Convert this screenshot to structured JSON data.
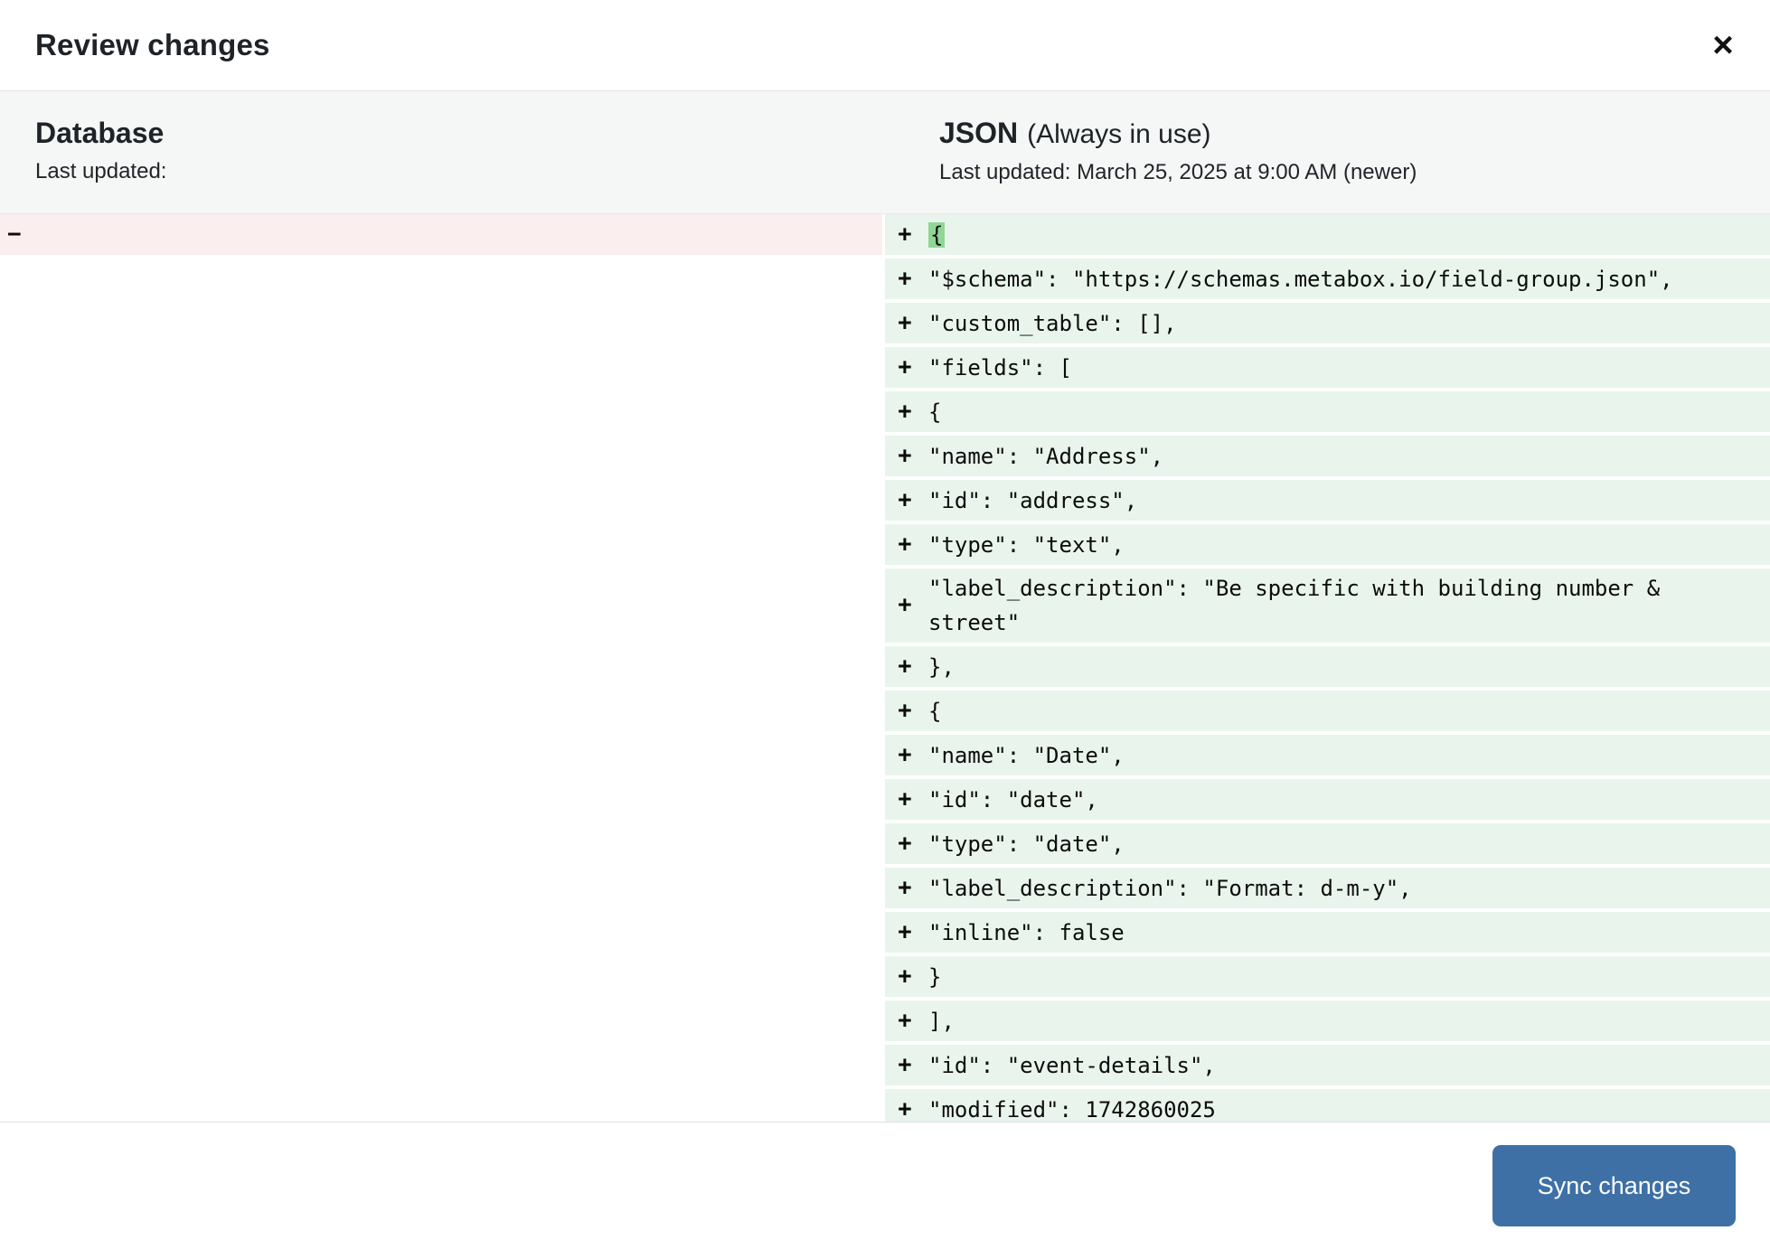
{
  "modal": {
    "title": "Review changes",
    "close_icon": "×"
  },
  "columns": {
    "left": {
      "title": "Database",
      "subtitle": "Last updated:"
    },
    "right": {
      "title": "JSON",
      "title_suffix": "(Always in use)",
      "subtitle": "Last updated: March 25, 2025 at 9:00 AM (newer)"
    }
  },
  "diff": {
    "left_rows": [
      {
        "sign": "−",
        "text": "",
        "type": "removed"
      }
    ],
    "right_rows": [
      {
        "sign": "+",
        "text": "{",
        "highlight": true
      },
      {
        "sign": "+",
        "text": "\"$schema\": \"https://schemas.metabox.io/field-group.json\","
      },
      {
        "sign": "+",
        "text": "\"custom_table\": [],"
      },
      {
        "sign": "+",
        "text": "\"fields\": ["
      },
      {
        "sign": "+",
        "text": "{"
      },
      {
        "sign": "+",
        "text": "\"name\": \"Address\","
      },
      {
        "sign": "+",
        "text": "\"id\": \"address\","
      },
      {
        "sign": "+",
        "text": "\"type\": \"text\","
      },
      {
        "sign": "+",
        "text": "\"label_description\": \"Be specific with building number & street\""
      },
      {
        "sign": "+",
        "text": "},"
      },
      {
        "sign": "+",
        "text": "{"
      },
      {
        "sign": "+",
        "text": "\"name\": \"Date\","
      },
      {
        "sign": "+",
        "text": "\"id\": \"date\","
      },
      {
        "sign": "+",
        "text": "\"type\": \"date\","
      },
      {
        "sign": "+",
        "text": "\"label_description\": \"Format: d-m-y\","
      },
      {
        "sign": "+",
        "text": "\"inline\": false"
      },
      {
        "sign": "+",
        "text": "}"
      },
      {
        "sign": "+",
        "text": "],"
      },
      {
        "sign": "+",
        "text": "\"id\": \"event-details\","
      },
      {
        "sign": "+",
        "text": "\"modified\": 1742860025"
      }
    ]
  },
  "footer": {
    "sync_label": "Sync changes"
  },
  "colors": {
    "added_row_bg": "#e9f5ec",
    "added_highlight_bg": "#90d694",
    "removed_row_bg": "#faeeee",
    "header_band_bg": "#f5f6f6",
    "button_bg": "#3e70a6",
    "text_dark": "#1d2327"
  }
}
